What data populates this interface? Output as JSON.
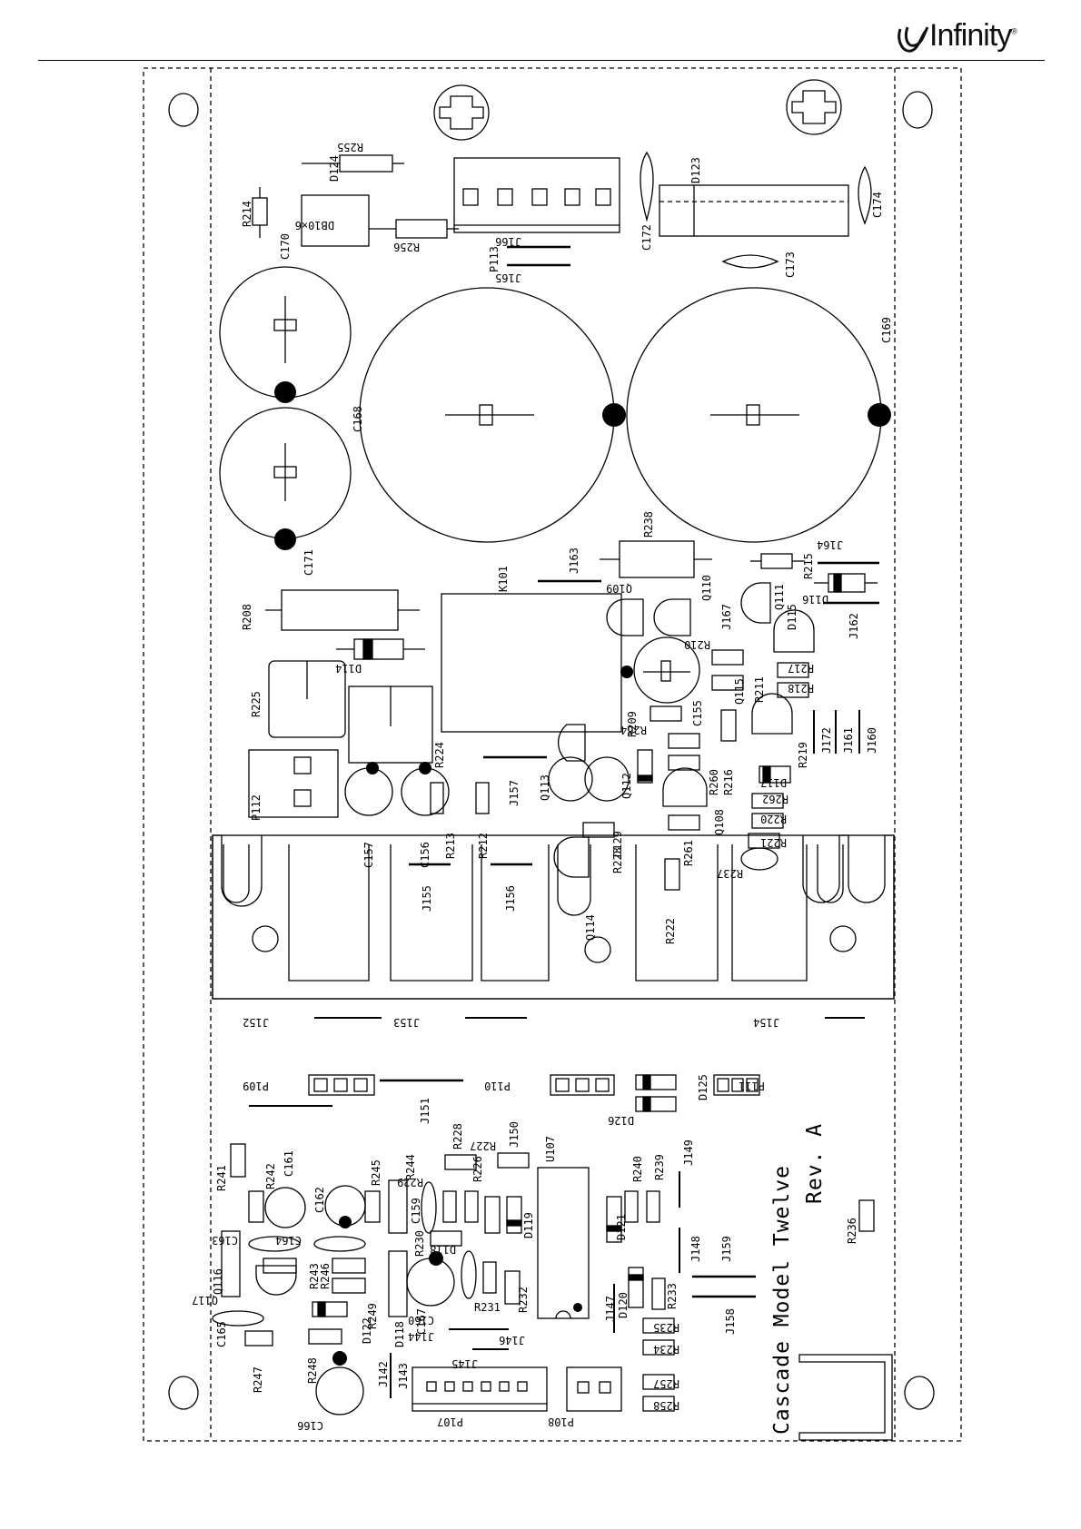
{
  "header": {
    "brand": "Infinity",
    "brand_mark": "®"
  },
  "board": {
    "title": "Cascade Model Twelve",
    "revision": "Rev. A",
    "fill": "#000000",
    "background": "#ffffff"
  },
  "labels": {
    "R255": "R255",
    "D124": "D124",
    "R214": "R214",
    "C170": "C170",
    "DB10X6": "DB10×6",
    "R256": "R256",
    "P113": "P113",
    "J166": "J166",
    "J165": "J165",
    "C172": "C172",
    "D123": "D123",
    "C173": "C173",
    "C174": "C174",
    "C169": "C169",
    "C168": "C168",
    "C171": "C171",
    "R238": "R238",
    "J163": "J163",
    "K101": "K101",
    "J164": "J164",
    "R215": "R215",
    "D116": "D116",
    "J162": "J162",
    "Q109": "Q109",
    "Q110": "Q110",
    "J167": "J167",
    "Q111": "Q111",
    "D115": "D115",
    "R208": "R208",
    "D114": "D114",
    "R210": "R210",
    "R217": "R217",
    "R218": "R218",
    "R211": "R211",
    "C155": "C155",
    "R225": "R225",
    "Q115": "Q115",
    "R209": "R209",
    "R264": "R264",
    "J172": "J172",
    "J161": "J161",
    "J160": "J160",
    "R224": "R224",
    "R219": "R219",
    "R260": "R260",
    "R216": "R216",
    "D117": "D117",
    "P112": "P112",
    "J157": "J157",
    "Q113": "Q113",
    "Q112": "Q112",
    "R262": "R262",
    "Q108": "Q108",
    "R220": "R220",
    "C157": "C157",
    "C156": "C156",
    "R213": "R213",
    "R212": "R212",
    "D129": "D129",
    "R261": "R261",
    "R221": "R221",
    "R223": "R223",
    "R237": "R237",
    "J155": "J155",
    "J156": "J156",
    "Q114": "Q114",
    "R222": "R222",
    "J152": "J152",
    "J153": "J153",
    "J154": "J154",
    "P109": "P109",
    "P110": "P110",
    "D125": "D125",
    "P111": "P111",
    "J151": "J151",
    "D126": "D126",
    "R228": "R228",
    "J150": "J150",
    "R227": "R227",
    "U107": "U107",
    "R240": "R240",
    "R239": "R239",
    "J149": "J149",
    "R241": "R241",
    "R242": "R242",
    "C161": "C161",
    "R245": "R245",
    "R244": "R244",
    "R229": "R229",
    "R226": "R226",
    "C162": "C162",
    "C159": "C159",
    "D119": "D119",
    "C163": "C163",
    "C164": "C164",
    "R230": "R230",
    "D121": "D121",
    "D118": "D118",
    "R236": "R236",
    "J148": "J148",
    "J159": "J159",
    "Q116": "Q116",
    "R243": "R243",
    "R246": "R246",
    "D120": "D120",
    "R233": "R233",
    "Q117": "Q117",
    "R249": "R249",
    "C167": "C167",
    "R231": "R231",
    "R232": "R232",
    "J147": "J147",
    "J158": "J158",
    "C165": "C165",
    "D122": "D122",
    "D118b": "D118",
    "C160": "C160",
    "J144": "J144",
    "R235": "R235",
    "R234": "R234",
    "J146": "J146",
    "R247": "R247",
    "R248": "R248",
    "J145": "J145",
    "J142": "J142",
    "J143": "J143",
    "R257": "R257",
    "R258": "R258",
    "C166": "C166",
    "P107": "P107",
    "P108": "P108"
  }
}
